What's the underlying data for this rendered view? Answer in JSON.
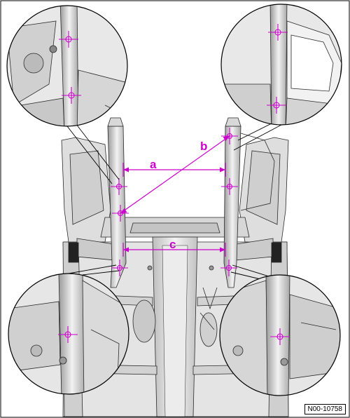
{
  "figure": {
    "id": "N00-10758",
    "measurements": {
      "a": "a",
      "b": "b",
      "c": "c"
    },
    "colors": {
      "measurement": "#cc00cc",
      "body_fill": "#e6e6e6",
      "body_shadow": "#b8b8b8",
      "outline": "#2a2a2a",
      "background": "#ffffff"
    }
  }
}
